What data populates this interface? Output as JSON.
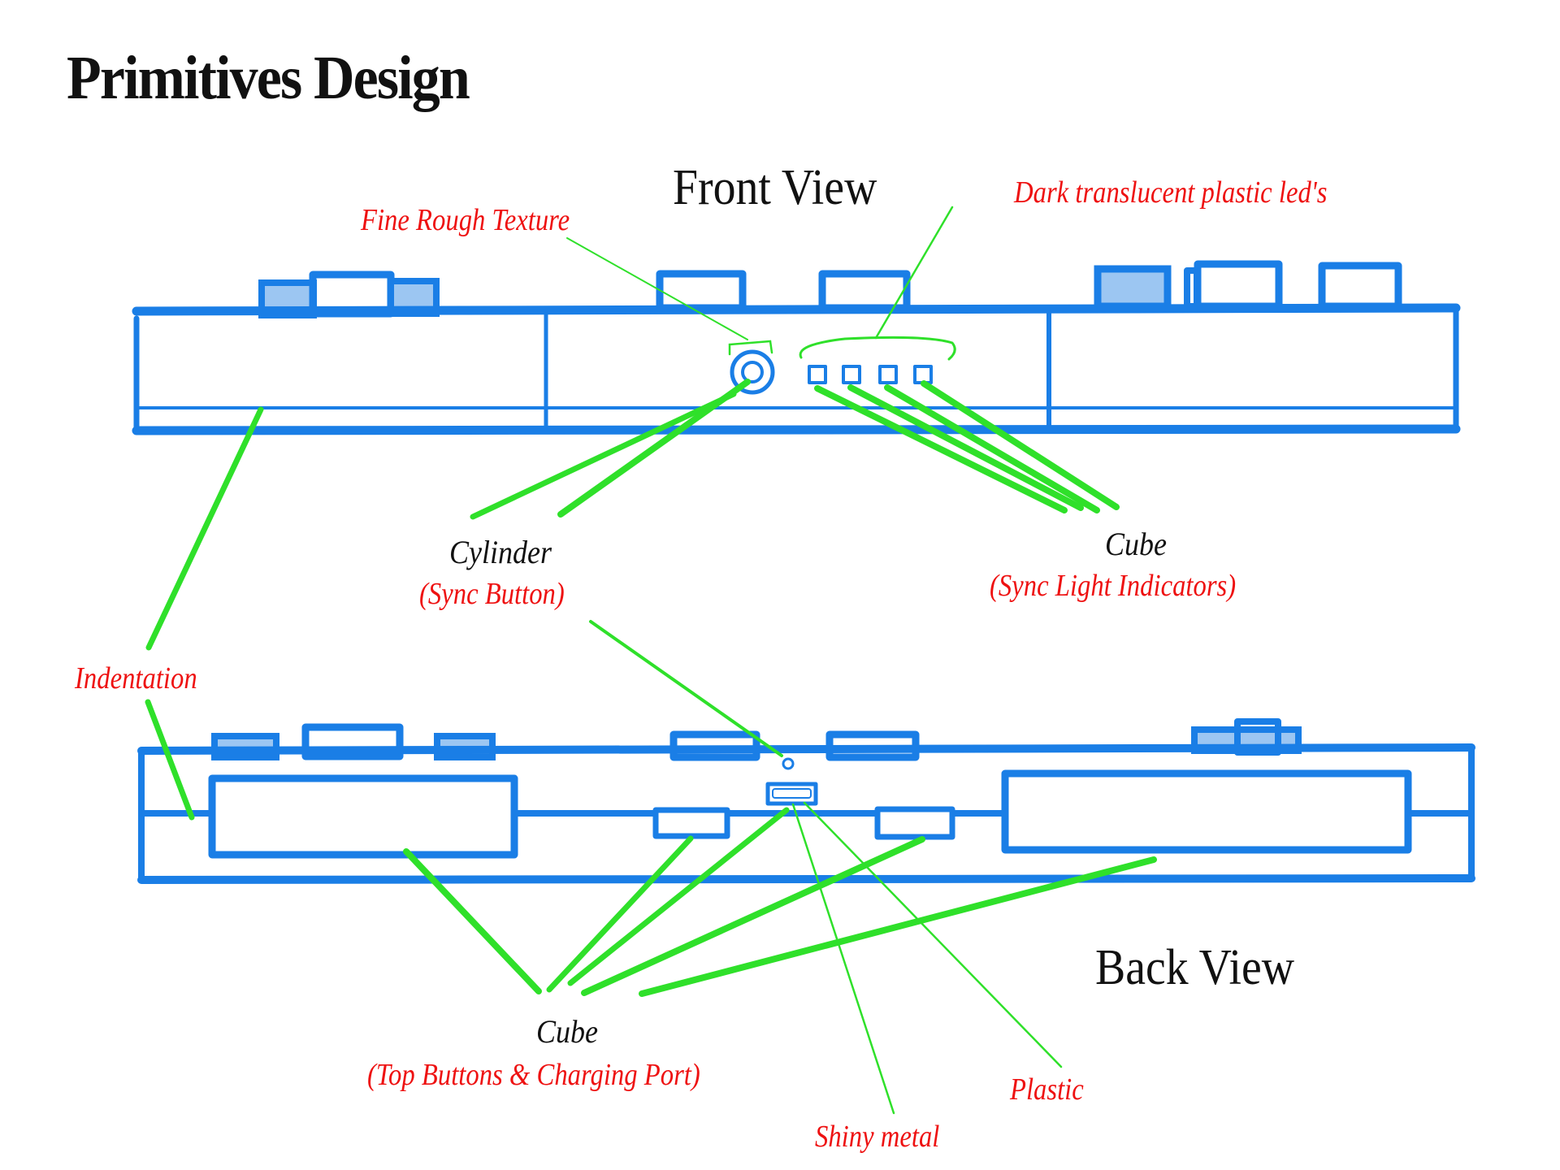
{
  "title": "Primitives Design",
  "views": {
    "front": "Front View",
    "back": "Back View"
  },
  "colors": {
    "sketch": "#1a7ee6",
    "leader": "#2fe02a",
    "annotation": "#ee1111",
    "text": "#111111"
  },
  "annotations": {
    "fine_rough_texture": "Fine Rough Texture",
    "dark_translucent": "Dark translucent plastic led's",
    "indentation": "Indentation",
    "shiny_metal": "Shiny metal",
    "plastic": "Plastic"
  },
  "primitives": {
    "cylinder": {
      "shape": "Cylinder",
      "role": "(Sync Button)"
    },
    "cube_lights": {
      "shape": "Cube",
      "role": "(Sync Light Indicators)"
    },
    "cube_buttons": {
      "shape": "Cube",
      "role": "(Top Buttons & Charging Port)"
    }
  }
}
